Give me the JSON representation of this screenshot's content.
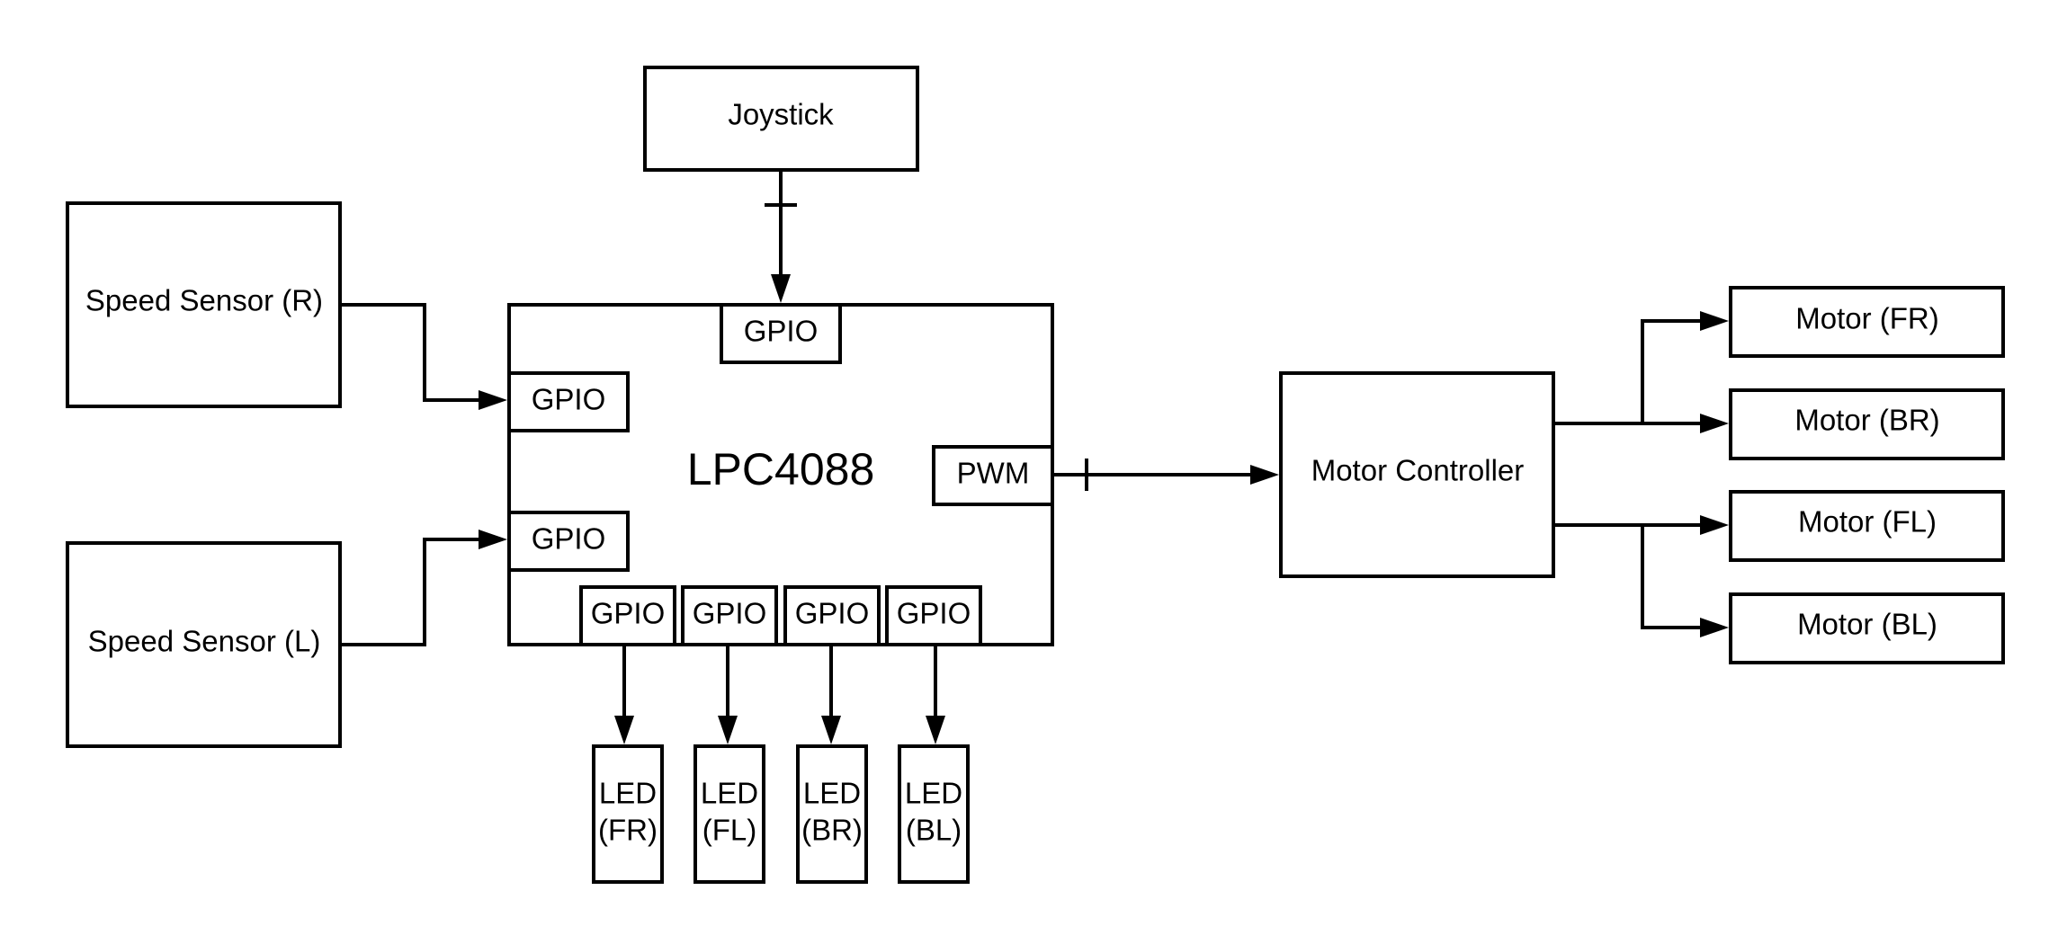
{
  "blocks": {
    "joystick": "Joystick",
    "speed_sensor_r": "Speed Sensor (R)",
    "speed_sensor_l": "Speed Sensor (L)",
    "mcu": "LPC4088",
    "motor_controller": "Motor Controller",
    "motor_fr": "Motor (FR)",
    "motor_br": "Motor (BR)",
    "motor_fl": "Motor (FL)",
    "motor_bl": "Motor (BL)"
  },
  "pins": {
    "gpio_top": "GPIO",
    "gpio_left_upper": "GPIO",
    "gpio_left_lower": "GPIO",
    "pwm": "PWM",
    "gpio_bottom_1": "GPIO",
    "gpio_bottom_2": "GPIO",
    "gpio_bottom_3": "GPIO",
    "gpio_bottom_4": "GPIO"
  },
  "leds": [
    {
      "line1": "LED",
      "line2": "(FR)"
    },
    {
      "line1": "LED",
      "line2": "(FL)"
    },
    {
      "line1": "LED",
      "line2": "(BR)"
    },
    {
      "line1": "LED",
      "line2": "(BL)"
    }
  ]
}
